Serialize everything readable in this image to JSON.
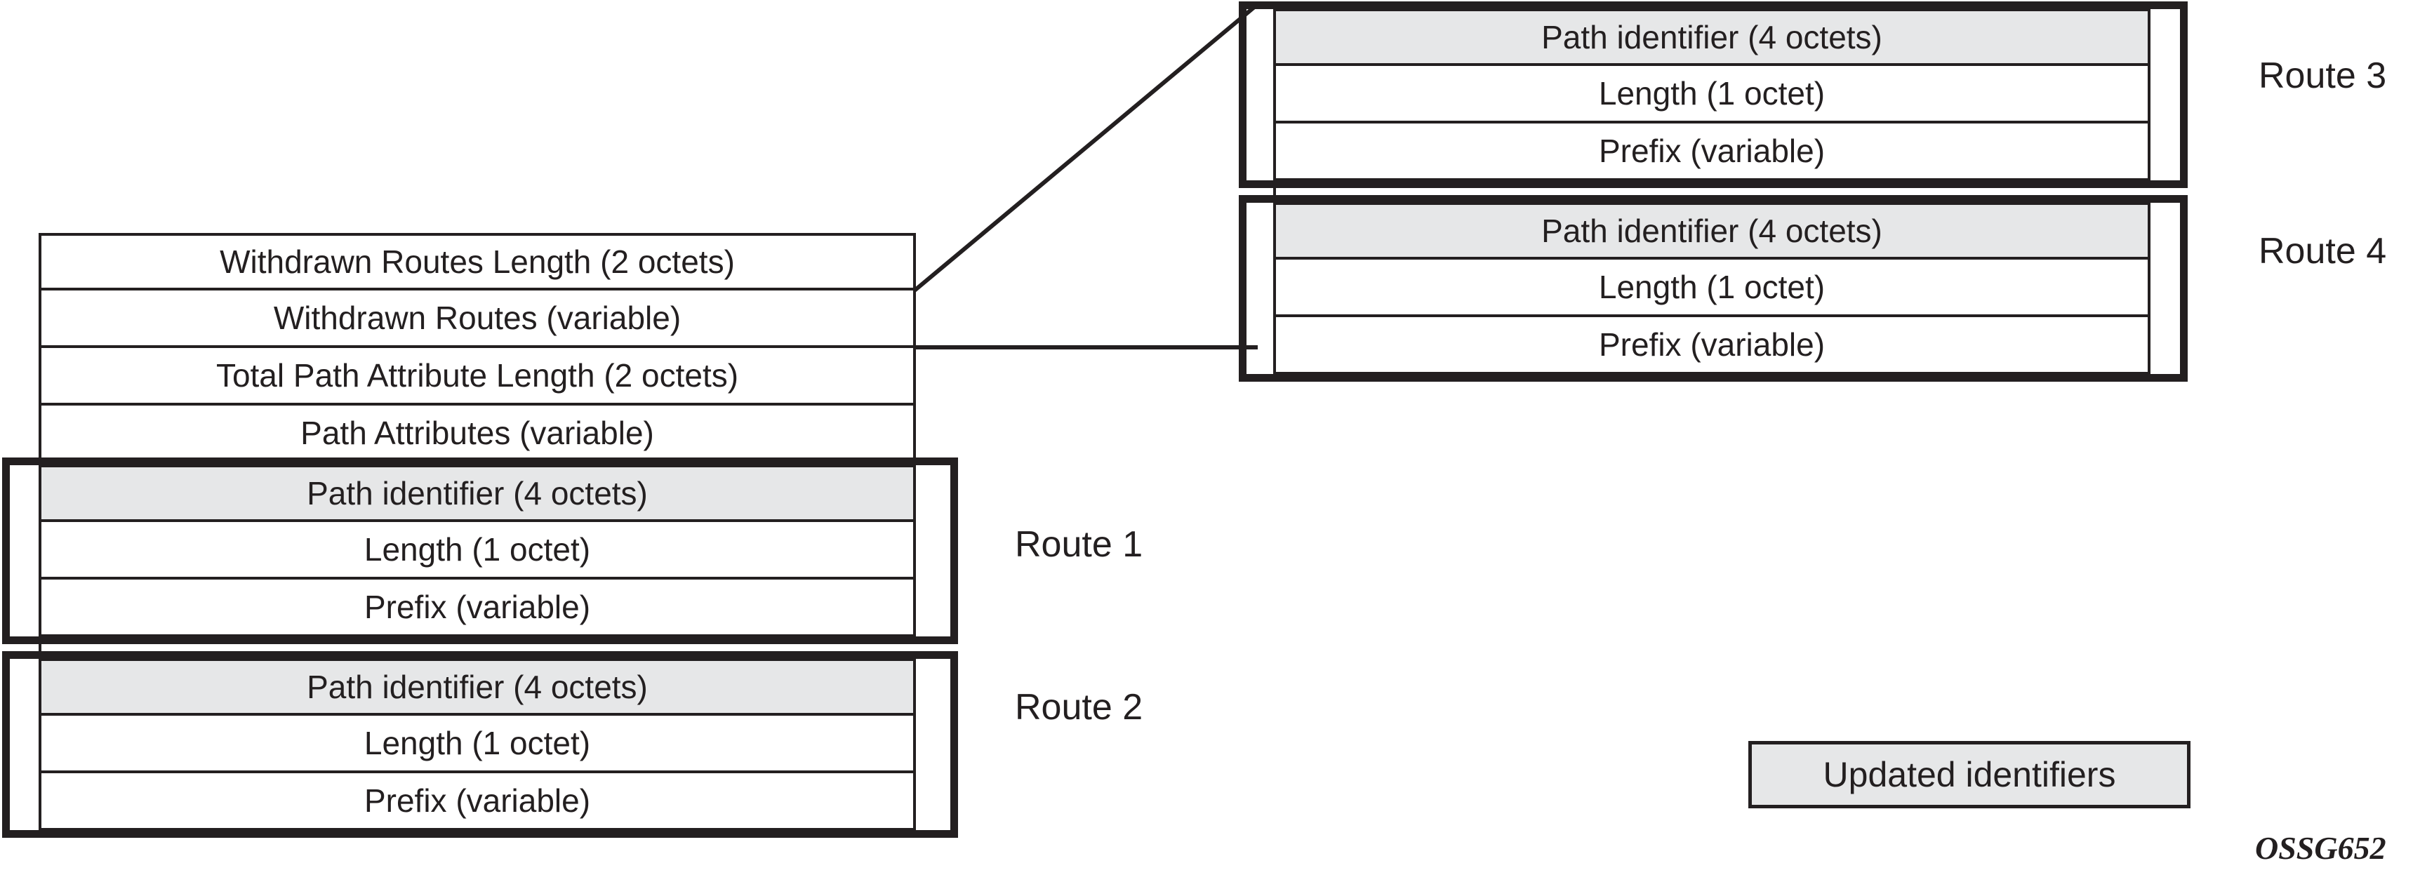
{
  "figure": {
    "id_label": "OSSG652",
    "colors": {
      "line": "#231f20",
      "shade": "#e6e7e8",
      "background": "#ffffff"
    }
  },
  "update_message": {
    "header_fields": [
      {
        "label": "Withdrawn Routes Length (2 octets)",
        "shaded": false
      },
      {
        "label": "Withdrawn Routes (variable)",
        "shaded": false
      },
      {
        "label": "Total Path Attribute Length (2 octets)",
        "shaded": false
      },
      {
        "label": "Path Attributes (variable)",
        "shaded": false
      }
    ]
  },
  "nlri_routes": [
    {
      "name": "Route 1",
      "rows": [
        {
          "label": "Path identifier (4 octets)",
          "shaded": true
        },
        {
          "label": "Length (1 octet)",
          "shaded": false
        },
        {
          "label": "Prefix (variable)",
          "shaded": false
        }
      ]
    },
    {
      "name": "Route 2",
      "rows": [
        {
          "label": "Path identifier (4 octets)",
          "shaded": true
        },
        {
          "label": "Length (1 octet)",
          "shaded": false
        },
        {
          "label": "Prefix (variable)",
          "shaded": false
        }
      ]
    }
  ],
  "withdrawn_routes_detail": [
    {
      "name": "Route 3",
      "rows": [
        {
          "label": "Path identifier (4 octets)",
          "shaded": true
        },
        {
          "label": "Length (1 octet)",
          "shaded": false
        },
        {
          "label": "Prefix (variable)",
          "shaded": false
        }
      ]
    },
    {
      "name": "Route 4",
      "rows": [
        {
          "label": "Path identifier (4 octets)",
          "shaded": true
        },
        {
          "label": "Length (1 octet)",
          "shaded": false
        },
        {
          "label": "Prefix (variable)",
          "shaded": false
        }
      ]
    }
  ],
  "legend": {
    "label": "Updated identifiers"
  }
}
